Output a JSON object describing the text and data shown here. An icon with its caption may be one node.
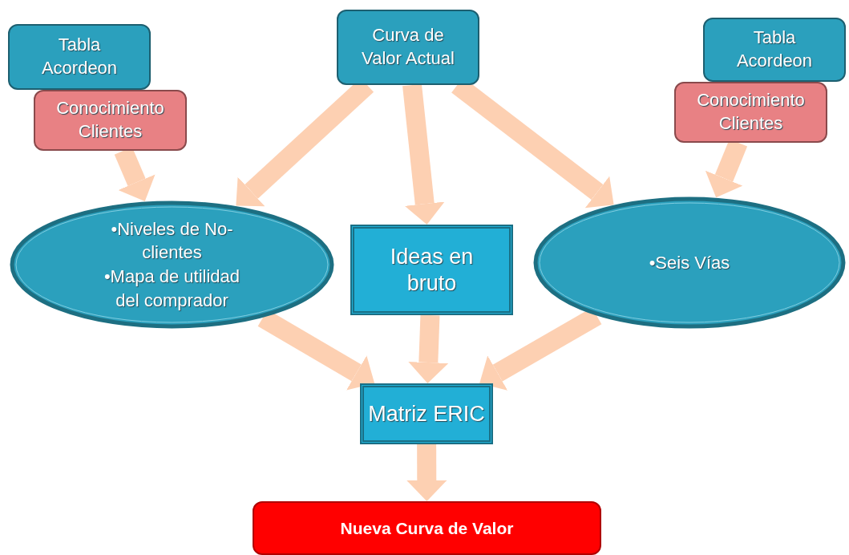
{
  "diagram": {
    "nodes": [
      {
        "text": [
          "Tabla Acordeon"
        ]
      },
      {
        "text": [
          "Conocimiento Clientes"
        ]
      },
      {
        "text": [
          "Curva de Valor Actual"
        ]
      },
      {
        "text": [
          "Tabla Acordeon"
        ]
      },
      {
        "text": [
          "Conocimiento Clientes"
        ]
      },
      {
        "text": [
          "•Niveles de No-clientes",
          "•Mapa de utilidad del comprador"
        ]
      },
      {
        "text": [
          "Ideas en bruto"
        ]
      },
      {
        "text": [
          "•Seis Vías"
        ]
      },
      {
        "text": [
          "Matriz ERIC"
        ]
      },
      {
        "text": [
          "Nueva Curva de Valor"
        ]
      }
    ],
    "edges": [
      {
        "from": 1,
        "to": 5,
        "arrow": "to"
      },
      {
        "from": 2,
        "to": 5,
        "arrow": "to"
      },
      {
        "from": 2,
        "to": 6,
        "arrow": "to"
      },
      {
        "from": 2,
        "to": 7,
        "arrow": "to"
      },
      {
        "from": 4,
        "to": 7,
        "arrow": "to"
      },
      {
        "from": 5,
        "to": 8,
        "arrow": "to"
      },
      {
        "from": 6,
        "to": 8,
        "arrow": "to"
      },
      {
        "from": 7,
        "to": 8,
        "arrow": "to"
      },
      {
        "from": 8,
        "to": 9,
        "arrow": "to"
      }
    ]
  }
}
